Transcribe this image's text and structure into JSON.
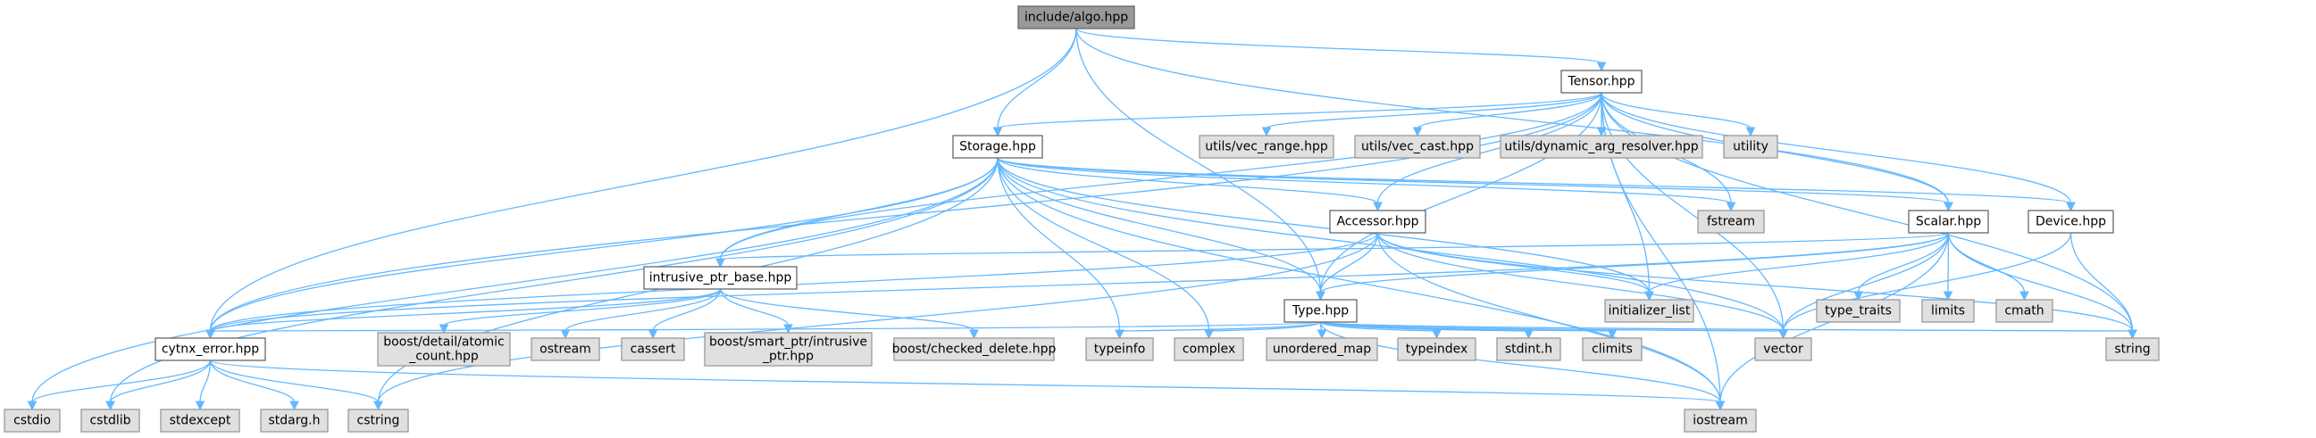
{
  "graph": {
    "title": "include/algo.hpp include dependency graph",
    "colors": {
      "edge": "#63b8ff",
      "root_fill": "#999999",
      "local_fill": "#ffffff",
      "system_fill": "#e0e0e0"
    },
    "nodes": [
      {
        "id": "algo",
        "label": "include/algo.hpp",
        "kind": "root"
      },
      {
        "id": "tensor",
        "label": "Tensor.hpp",
        "kind": "local"
      },
      {
        "id": "storage",
        "label": "Storage.hpp",
        "kind": "local"
      },
      {
        "id": "vec_range",
        "label": "utils/vec_range.hpp",
        "kind": "system"
      },
      {
        "id": "vec_cast",
        "label": "utils/vec_cast.hpp",
        "kind": "system"
      },
      {
        "id": "dyn_arg",
        "label": "utils/dynamic_arg_resolver.hpp",
        "kind": "system"
      },
      {
        "id": "utility",
        "label": "utility",
        "kind": "system"
      },
      {
        "id": "accessor",
        "label": "Accessor.hpp",
        "kind": "local"
      },
      {
        "id": "fstream",
        "label": "fstream",
        "kind": "system"
      },
      {
        "id": "scalar",
        "label": "Scalar.hpp",
        "kind": "local"
      },
      {
        "id": "device",
        "label": "Device.hpp",
        "kind": "local"
      },
      {
        "id": "intrusive",
        "label": "intrusive_ptr_base.hpp",
        "kind": "local"
      },
      {
        "id": "type",
        "label": "Type.hpp",
        "kind": "local"
      },
      {
        "id": "init_list",
        "label": "initializer_list",
        "kind": "system"
      },
      {
        "id": "type_traits",
        "label": "type_traits",
        "kind": "system"
      },
      {
        "id": "limits",
        "label": "limits",
        "kind": "system"
      },
      {
        "id": "cmath",
        "label": "cmath",
        "kind": "system"
      },
      {
        "id": "cytnx_error",
        "label": "cytnx_error.hpp",
        "kind": "local"
      },
      {
        "id": "atomic_count",
        "label": "boost/detail/atomic\n_count.hpp",
        "kind": "system"
      },
      {
        "id": "ostream",
        "label": "ostream",
        "kind": "system"
      },
      {
        "id": "cassert",
        "label": "cassert",
        "kind": "system"
      },
      {
        "id": "smart_ptr",
        "label": "boost/smart_ptr/intrusive\n_ptr.hpp",
        "kind": "system"
      },
      {
        "id": "checked_delete",
        "label": "boost/checked_delete.hpp",
        "kind": "system"
      },
      {
        "id": "typeinfo",
        "label": "typeinfo",
        "kind": "system"
      },
      {
        "id": "complex",
        "label": "complex",
        "kind": "system"
      },
      {
        "id": "unordered_map",
        "label": "unordered_map",
        "kind": "system"
      },
      {
        "id": "typeindex",
        "label": "typeindex",
        "kind": "system"
      },
      {
        "id": "stdint",
        "label": "stdint.h",
        "kind": "system"
      },
      {
        "id": "climits",
        "label": "climits",
        "kind": "system"
      },
      {
        "id": "vector",
        "label": "vector",
        "kind": "system"
      },
      {
        "id": "string",
        "label": "string",
        "kind": "system"
      },
      {
        "id": "cstdio",
        "label": "cstdio",
        "kind": "system"
      },
      {
        "id": "cstdlib",
        "label": "cstdlib",
        "kind": "system"
      },
      {
        "id": "stdexcept",
        "label": "stdexcept",
        "kind": "system"
      },
      {
        "id": "stdarg",
        "label": "stdarg.h",
        "kind": "system"
      },
      {
        "id": "cstring",
        "label": "cstring",
        "kind": "system"
      },
      {
        "id": "iostream",
        "label": "iostream",
        "kind": "system"
      }
    ],
    "edges": [
      [
        "algo",
        "tensor"
      ],
      [
        "algo",
        "storage"
      ],
      [
        "algo",
        "type"
      ],
      [
        "algo",
        "scalar"
      ],
      [
        "algo",
        "cytnx_error"
      ],
      [
        "tensor",
        "storage"
      ],
      [
        "tensor",
        "vec_range"
      ],
      [
        "tensor",
        "vec_cast"
      ],
      [
        "tensor",
        "dyn_arg"
      ],
      [
        "tensor",
        "utility"
      ],
      [
        "tensor",
        "accessor"
      ],
      [
        "tensor",
        "fstream"
      ],
      [
        "tensor",
        "scalar"
      ],
      [
        "tensor",
        "device"
      ],
      [
        "tensor",
        "intrusive"
      ],
      [
        "tensor",
        "type"
      ],
      [
        "tensor",
        "init_list"
      ],
      [
        "tensor",
        "cytnx_error"
      ],
      [
        "tensor",
        "vector"
      ],
      [
        "tensor",
        "string"
      ],
      [
        "tensor",
        "iostream"
      ],
      [
        "storage",
        "accessor"
      ],
      [
        "storage",
        "fstream"
      ],
      [
        "storage",
        "scalar"
      ],
      [
        "storage",
        "device"
      ],
      [
        "storage",
        "intrusive"
      ],
      [
        "storage",
        "type"
      ],
      [
        "storage",
        "init_list"
      ],
      [
        "storage",
        "cytnx_error"
      ],
      [
        "storage",
        "typeinfo"
      ],
      [
        "storage",
        "complex"
      ],
      [
        "storage",
        "vector"
      ],
      [
        "storage",
        "iostream"
      ],
      [
        "storage",
        "cstring"
      ],
      [
        "storage",
        "cstdio"
      ],
      [
        "storage",
        "cstdlib"
      ],
      [
        "accessor",
        "type"
      ],
      [
        "accessor",
        "init_list"
      ],
      [
        "accessor",
        "cytnx_error"
      ],
      [
        "accessor",
        "vector"
      ],
      [
        "accessor",
        "string"
      ],
      [
        "accessor",
        "iostream"
      ],
      [
        "accessor",
        "cstring"
      ],
      [
        "scalar",
        "type"
      ],
      [
        "scalar",
        "init_list"
      ],
      [
        "scalar",
        "intrusive"
      ],
      [
        "scalar",
        "cytnx_error"
      ],
      [
        "scalar",
        "type_traits"
      ],
      [
        "scalar",
        "limits"
      ],
      [
        "scalar",
        "cmath"
      ],
      [
        "scalar",
        "string"
      ],
      [
        "scalar",
        "vector"
      ],
      [
        "scalar",
        "iostream"
      ],
      [
        "device",
        "vector"
      ],
      [
        "device",
        "string"
      ],
      [
        "intrusive",
        "atomic_count"
      ],
      [
        "intrusive",
        "ostream"
      ],
      [
        "intrusive",
        "cassert"
      ],
      [
        "intrusive",
        "smart_ptr"
      ],
      [
        "intrusive",
        "checked_delete"
      ],
      [
        "intrusive",
        "cytnx_error"
      ],
      [
        "type",
        "cytnx_error"
      ],
      [
        "type",
        "typeinfo"
      ],
      [
        "type",
        "complex"
      ],
      [
        "type",
        "unordered_map"
      ],
      [
        "type",
        "typeindex"
      ],
      [
        "type",
        "stdint"
      ],
      [
        "type",
        "climits"
      ],
      [
        "type",
        "vector"
      ],
      [
        "type",
        "string"
      ],
      [
        "type",
        "iostream"
      ],
      [
        "cytnx_error",
        "cstdio"
      ],
      [
        "cytnx_error",
        "cstdlib"
      ],
      [
        "cytnx_error",
        "stdexcept"
      ],
      [
        "cytnx_error",
        "stdarg"
      ],
      [
        "cytnx_error",
        "cstring"
      ],
      [
        "cytnx_error",
        "iostream"
      ]
    ]
  }
}
